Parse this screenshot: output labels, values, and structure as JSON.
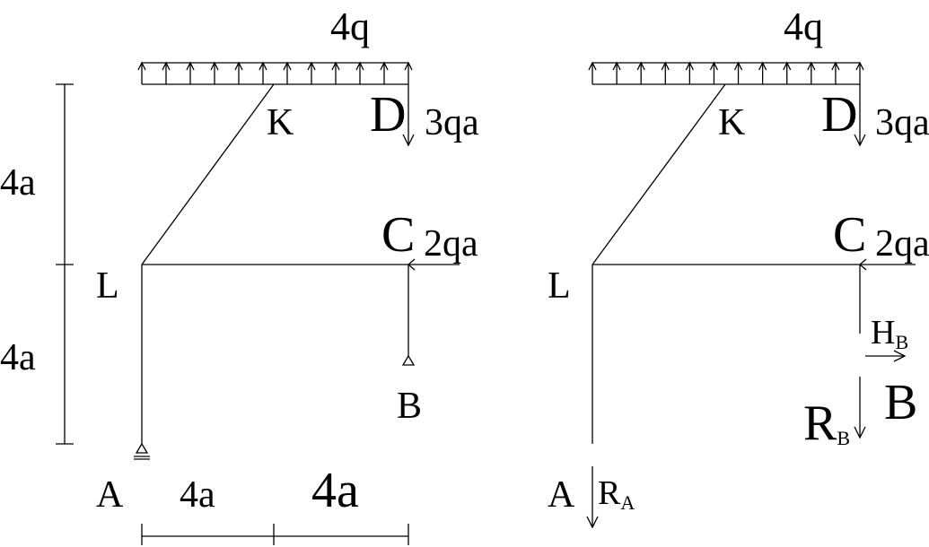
{
  "left": {
    "load_label": "4q",
    "labels": {
      "K": "K",
      "D": "D",
      "C": "C",
      "L": "L",
      "B": "B",
      "A": "A"
    },
    "force_D": "3qa",
    "force_C": "2qa",
    "dims": {
      "upper_height": "4a",
      "lower_height": "4a",
      "left_width": "4a",
      "right_width": "4a"
    }
  },
  "right": {
    "load_label": "4q",
    "labels": {
      "K": "K",
      "D": "D",
      "C": "C",
      "L": "L",
      "B": "B",
      "A": "A"
    },
    "force_D": "3qa",
    "force_C": "2qa",
    "reactions": {
      "HB_main": "H",
      "HB_sub": "B",
      "RB_main": "R",
      "RB_sub": "B",
      "RA_main": "R",
      "RA_sub": "A"
    }
  },
  "colors": {
    "ink": "#000000",
    "background": "#ffffff"
  }
}
